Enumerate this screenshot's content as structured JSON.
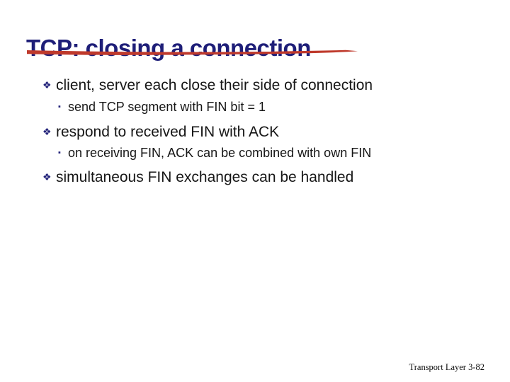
{
  "slide": {
    "title": "TCP: closing a connection",
    "footer": "Transport Layer 3-82",
    "colors": {
      "title_navy": "#1e1e78",
      "underline_red": "#bf3a2c",
      "body_text": "#161616",
      "bullet_navy": "#23237a",
      "background": "#ffffff"
    }
  },
  "bullets": [
    {
      "level": 1,
      "marker": "❖",
      "text": "client, server each close their side of connection"
    },
    {
      "level": 2,
      "marker": "▪",
      "text": "send TCP segment with FIN bit = 1"
    },
    {
      "level": 1,
      "marker": "❖",
      "text": "respond to received FIN with ACK"
    },
    {
      "level": 2,
      "marker": "▪",
      "text": "on receiving FIN, ACK can be combined with own FIN"
    },
    {
      "level": 1,
      "marker": "❖",
      "text": "simultaneous FIN exchanges can be handled"
    }
  ]
}
